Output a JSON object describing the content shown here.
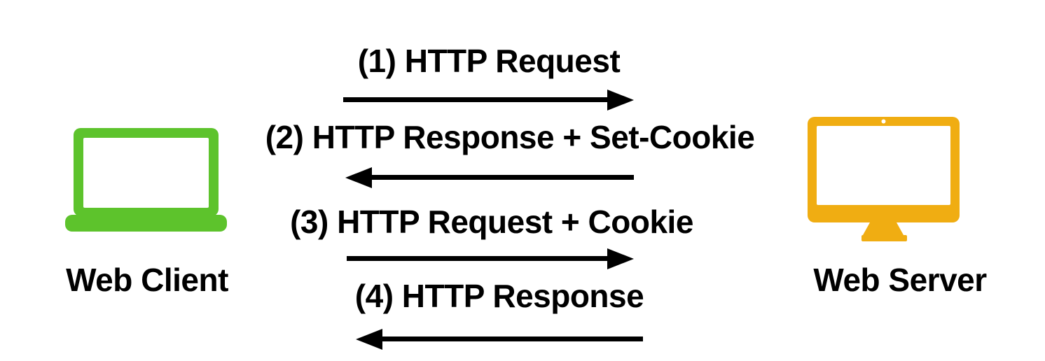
{
  "diagram": {
    "type": "sequence",
    "background": "#ffffff",
    "text_color": "#000000",
    "arrow_color": "#000000"
  },
  "client": {
    "label": "Web Client",
    "icon": "laptop-icon",
    "color": "#5dc32c"
  },
  "server": {
    "label": "Web Server",
    "icon": "monitor-icon",
    "color": "#f0ad12"
  },
  "messages": [
    {
      "step": "(1)",
      "label": "(1) HTTP Request",
      "direction": "right",
      "from": "Web Client",
      "to": "Web Server"
    },
    {
      "step": "(2)",
      "label": "(2) HTTP Response + Set-Cookie",
      "direction": "left",
      "from": "Web Server",
      "to": "Web Client"
    },
    {
      "step": "(3)",
      "label": "(3) HTTP Request + Cookie",
      "direction": "right",
      "from": "Web Client",
      "to": "Web Server"
    },
    {
      "step": "(4)",
      "label": "(4) HTTP Response",
      "direction": "left",
      "from": "Web Server",
      "to": "Web Client"
    }
  ]
}
